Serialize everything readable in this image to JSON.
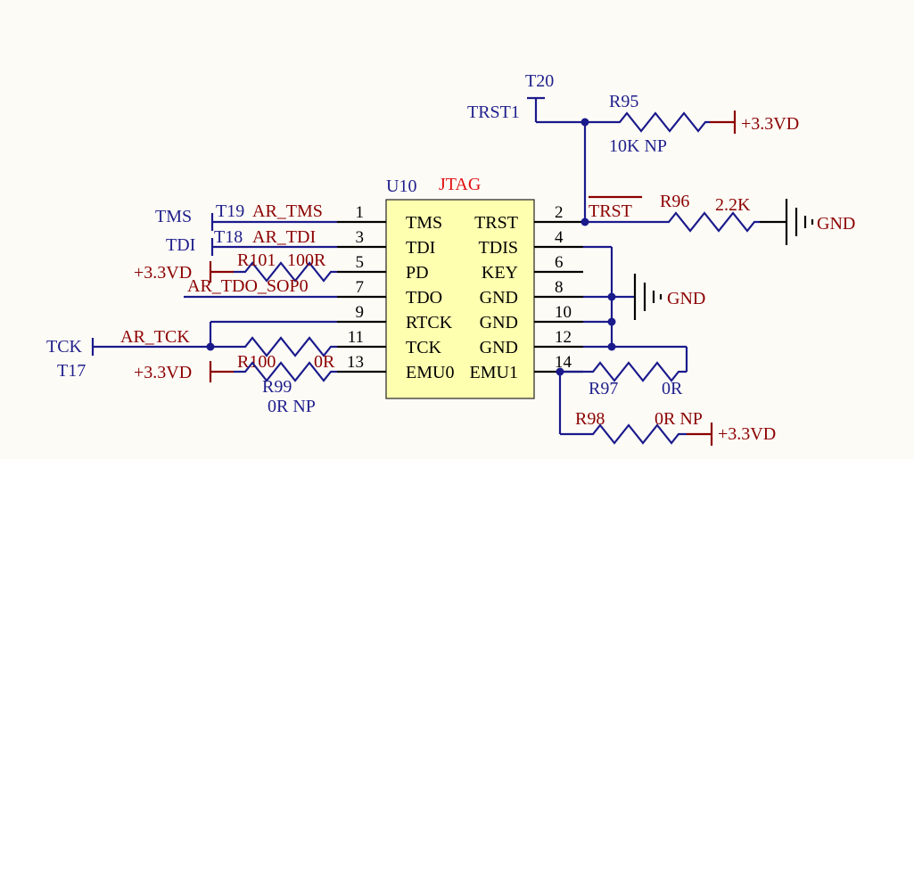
{
  "colors": {
    "sheet_background": "#fdfbf6",
    "page_background": "#ffffff",
    "wire": "#1a1a8c",
    "power": "#8b0000",
    "chip_fill": "#ffffb0",
    "title": "#e01010"
  },
  "chip": {
    "designator": "U10",
    "value": "JTAG",
    "pins_left": [
      {
        "num": "1",
        "name": "TMS"
      },
      {
        "num": "3",
        "name": "TDI"
      },
      {
        "num": "5",
        "name": "PD"
      },
      {
        "num": "7",
        "name": "TDO"
      },
      {
        "num": "9",
        "name": "RTCK"
      },
      {
        "num": "11",
        "name": "TCK"
      },
      {
        "num": "13",
        "name": "EMU0"
      }
    ],
    "pins_right": [
      {
        "num": "2",
        "name": "TRST"
      },
      {
        "num": "4",
        "name": "TDIS"
      },
      {
        "num": "6",
        "name": "KEY"
      },
      {
        "num": "8",
        "name": "GND"
      },
      {
        "num": "10",
        "name": "GND"
      },
      {
        "num": "12",
        "name": "GND"
      },
      {
        "num": "14",
        "name": "EMU1"
      }
    ]
  },
  "nets": {
    "ar_tms": "AR_TMS",
    "ar_tdi": "AR_TDI",
    "ar_tdo_sop0": "AR_TDO_SOP0",
    "ar_tck": "AR_TCK",
    "trst": "TRST"
  },
  "test_points": [
    {
      "ref": "T19",
      "label": "TMS"
    },
    {
      "ref": "T18",
      "label": "TDI"
    },
    {
      "ref": "T17",
      "label": "TCK"
    },
    {
      "ref": "T20",
      "label": "TRST1"
    }
  ],
  "resistors": [
    {
      "ref": "R95",
      "value": "10K NP"
    },
    {
      "ref": "R96",
      "value": "2.2K"
    },
    {
      "ref": "R97",
      "value": "0R"
    },
    {
      "ref": "R98",
      "value": "0R NP"
    },
    {
      "ref": "R99",
      "value": "0R NP"
    },
    {
      "ref": "R100",
      "value": "0R"
    },
    {
      "ref": "R101",
      "value": "100R"
    }
  ],
  "power": {
    "vdd": "+3.3VD",
    "gnd": "GND"
  }
}
